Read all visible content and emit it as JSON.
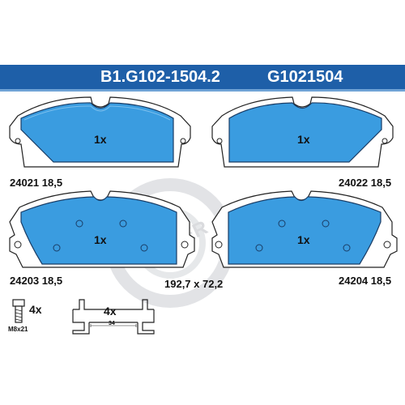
{
  "header": {
    "part_number": "B1.G102-1504.2",
    "code": "G1021504",
    "bar_color": "#1e5fa8",
    "text_color": "#ffffff"
  },
  "pads": [
    {
      "position": "top-left",
      "qty": "1x",
      "label": "24021 18,5"
    },
    {
      "position": "top-right",
      "qty": "1x",
      "label": "24022 18,5"
    },
    {
      "position": "bottom-left",
      "qty": "1x",
      "label": "24203 18,5"
    },
    {
      "position": "bottom-right",
      "qty": "1x",
      "label": "24204 18,5"
    }
  ],
  "dimensions": "192,7 x 72,2",
  "accessories": {
    "bolt": {
      "qty": "4x",
      "size": "M8x21"
    },
    "clip": {
      "qty": "4x",
      "width": "34"
    }
  },
  "watermark_text": "GALFER",
  "colors": {
    "pad_fill": "#3a9ce0",
    "pad_shadow": "#2476b8",
    "outline": "#222222",
    "watermark": "#d8dadd"
  }
}
